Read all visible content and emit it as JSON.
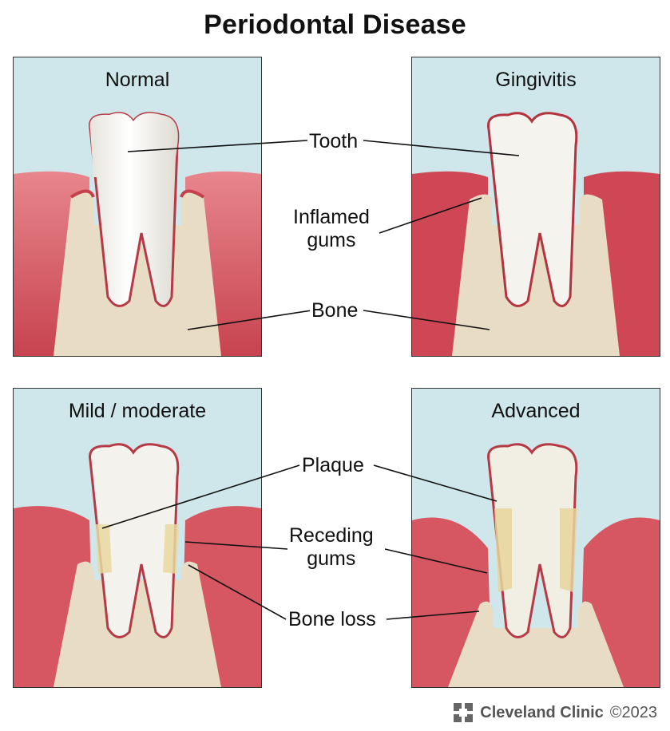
{
  "title": "Periodontal Disease",
  "panels": {
    "normal": "Normal",
    "gingivitis": "Gingivitis",
    "mild": "Mild / moderate",
    "advanced": "Advanced"
  },
  "labels": {
    "tooth": "Tooth",
    "inflamed_gums": "Inflamed\ngums",
    "bone": "Bone",
    "plaque": "Plaque",
    "receding_gums": "Receding\ngums",
    "bone_loss": "Bone loss"
  },
  "footer": {
    "brand": "Cleveland Clinic",
    "copyright": "©2023"
  },
  "colors": {
    "background": "#cfe7ea",
    "gum": "#d8545e",
    "gum_inflamed": "#c33a47",
    "bone": "#e9dcc4",
    "tooth": "#f4f2ec",
    "plaque": "#e8d9a0"
  }
}
